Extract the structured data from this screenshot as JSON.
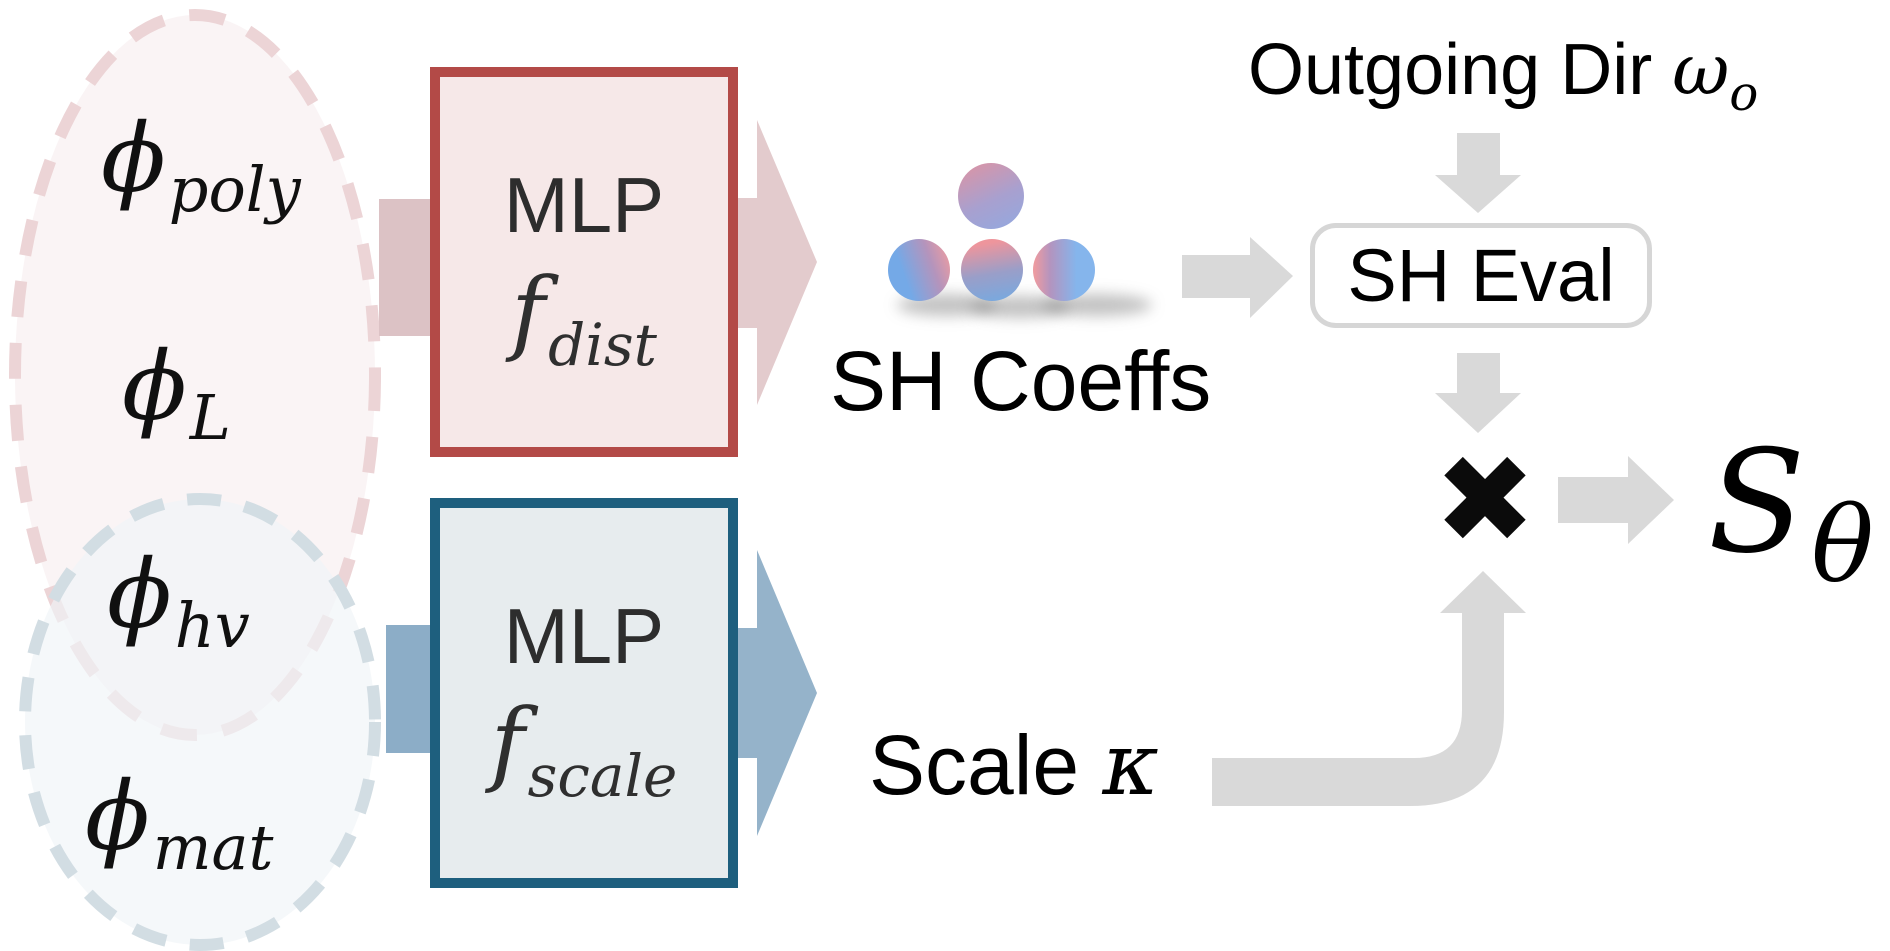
{
  "figure": {
    "latent_inputs": [
      {
        "symbol": "ϕ",
        "subscript": "poly"
      },
      {
        "symbol": "ϕ",
        "subscript": "L"
      },
      {
        "symbol": "ϕ",
        "subscript": "hv"
      },
      {
        "symbol": "ϕ",
        "subscript": "mat"
      }
    ],
    "mlp_dist": {
      "title": "MLP",
      "fn_symbol": "f",
      "fn_subscript": "dist"
    },
    "mlp_scale": {
      "title": "MLP",
      "fn_symbol": "f",
      "fn_subscript": "scale"
    },
    "sh_coeffs_label": "SH Coeffs",
    "sh_eval_label": "SH Eval",
    "outgoing_dir": {
      "label": "Outgoing Dir",
      "symbol": "ω",
      "subscript": "o"
    },
    "scale_kappa": {
      "label": "Scale",
      "symbol": "κ"
    },
    "multiply_symbol": "✖",
    "output": {
      "symbol": "S",
      "subscript": "θ"
    }
  },
  "colors": {
    "background": "#ffffff",
    "arrow_gray": "#d9d9d9",
    "dist_box_border": "#b34a47",
    "dist_box_fill": "#f6e8e8",
    "dist_arrow_in": "#dcc2c5",
    "dist_arrow_out": "#e3cbcd",
    "scale_box_border": "#1e5f7e",
    "scale_box_fill": "#e7ecee",
    "scale_arrow_in": "#8cadc7",
    "scale_arrow_out": "#95b3ca",
    "pink_ellipse_stroke": "#ecd4d6",
    "blue_ellipse_stroke": "#d2dde3",
    "sh_eval_border": "#d6d6d6",
    "mlp_text": "#2d2d2d",
    "multiply": "#0b0b0b",
    "sphere_pink": "#f09da0",
    "sphere_blue": "#74a9e7",
    "sphere_purple": "#97a7dc"
  }
}
